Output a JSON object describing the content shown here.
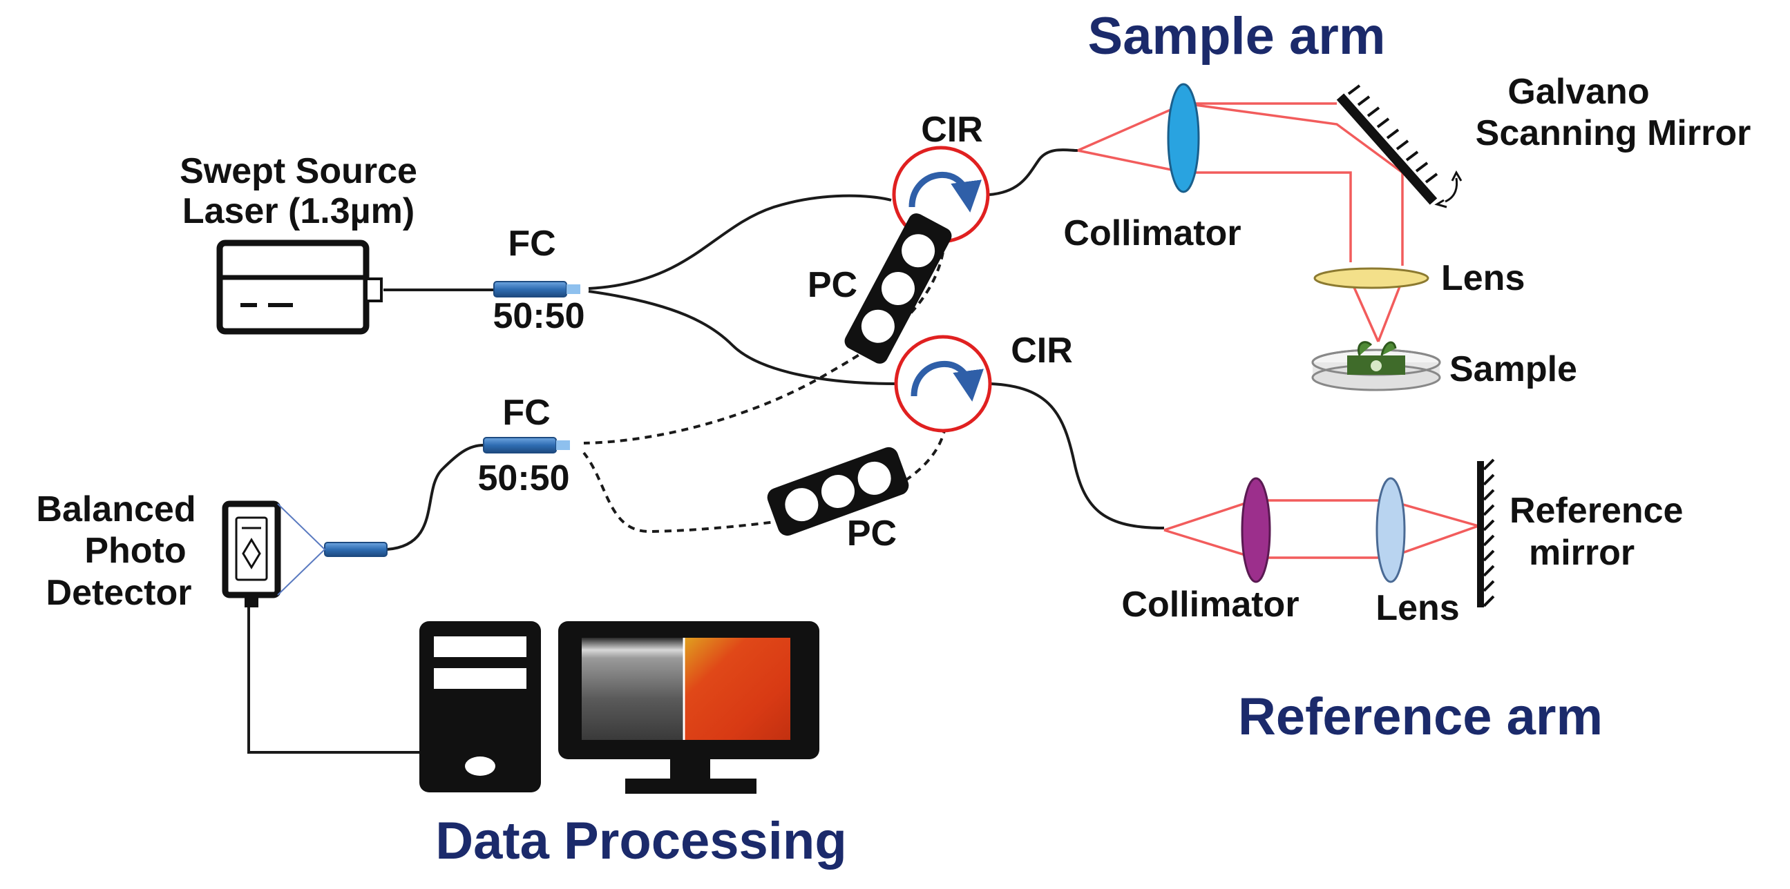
{
  "labels": {
    "sample_arm": "Sample arm",
    "reference_arm": "Reference arm",
    "data_processing": "Data Processing",
    "swept_source_line1": "Swept Source",
    "swept_source_line2": "Laser (1.3µm)",
    "fc_top": "FC",
    "fc_top_ratio": "50:50",
    "fc_bottom": "FC",
    "fc_bottom_ratio": "50:50",
    "cir_top": "CIR",
    "cir_bottom": "CIR",
    "pc_top": "PC",
    "pc_bottom": "PC",
    "galvano_line1": "Galvano",
    "galvano_line2": "Scanning Mirror",
    "collimator_sample": "Collimator",
    "lens_sample": "Lens",
    "sample": "Sample",
    "reference_mirror_line1": "Reference",
    "reference_mirror_line2": "mirror",
    "collimator_reference": "Collimator",
    "lens_reference": "Lens",
    "detector_line1": "Balanced",
    "detector_line2": "Photo",
    "detector_line3": "Detector"
  },
  "colors": {
    "title": "#1b2a6b",
    "beam": "#f25c5c",
    "circulator": "#e02020",
    "coupler": "#2f6db3",
    "collimator_sample": "#29a3e0",
    "collimator_reference": "#9c2f8c",
    "lens_sample": "#f3e08a",
    "lens_reference": "#b9d4f0"
  },
  "icons": [
    "laser-source-icon",
    "fiber-coupler-icon",
    "circulator-icon",
    "polarization-controller-icon",
    "galvo-mirror-icon",
    "collimator-lens-icon",
    "focusing-lens-icon",
    "sample-dish-icon",
    "reference-mirror-icon",
    "photodetector-icon",
    "computer-tower-icon",
    "monitor-icon"
  ]
}
